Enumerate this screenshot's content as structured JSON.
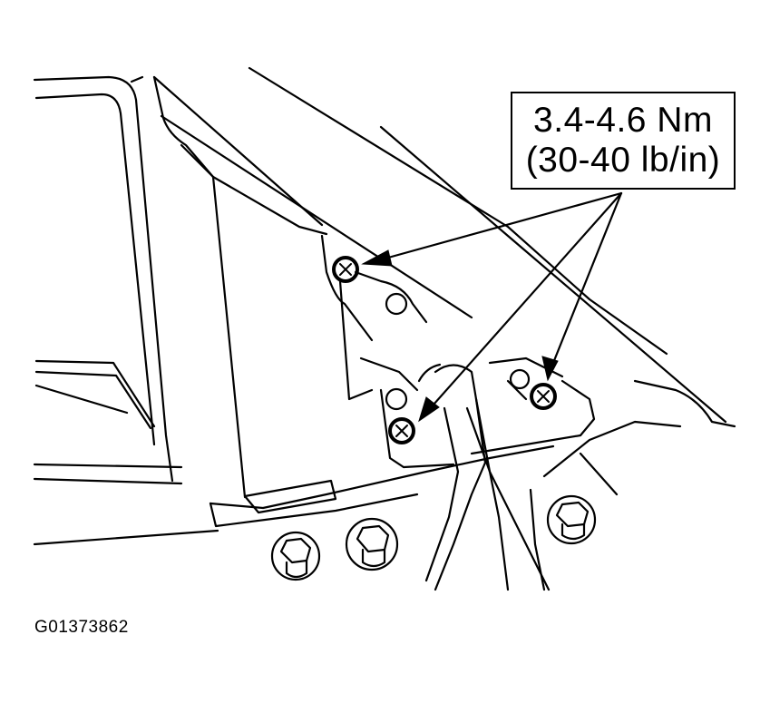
{
  "callout": {
    "torque_metric": "3.4-4.6 Nm",
    "torque_imperial": "(30-40 lb/in)"
  },
  "figure_id": "G01373862",
  "colors": {
    "ink": "#000000",
    "paper": "#ffffff"
  },
  "icons": {
    "fastener_marker": "circled-x-icon",
    "pointer": "arrowhead-icon"
  }
}
